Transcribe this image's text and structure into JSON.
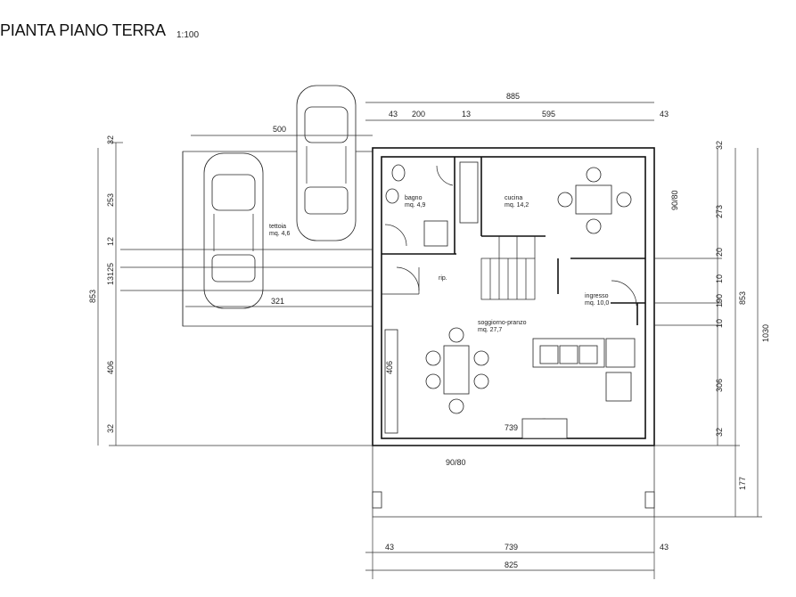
{
  "title": "PIANTA PIANO TERRA",
  "scale": "1:100",
  "rooms": {
    "bagno": {
      "name": "bagno",
      "area": "mq. 4,9"
    },
    "cucina": {
      "name": "cucina",
      "area": "mq. 14,2"
    },
    "soggiorno": {
      "name": "soggiorno-pranzo",
      "area": "mq. 27,7"
    },
    "ingresso": {
      "name": "ingresso",
      "area": "mq. 10,0"
    },
    "rip": {
      "name": "rip."
    },
    "tettoia": {
      "name": "tettoia",
      "area": "mq. 4,6"
    }
  },
  "dims": {
    "top_total": "885",
    "top_43a": "43",
    "top_200": "200",
    "top_13": "13",
    "top_595": "595",
    "top_43b": "43",
    "car_500": "500",
    "left_32a": "32",
    "left_253": "253",
    "left_12": "12",
    "left_13125": "13125",
    "left_853": "853",
    "left_406": "406",
    "left_32b": "32",
    "inner_406": "406",
    "inner_321": "321",
    "right_32a": "32",
    "right_273": "273",
    "right_20": "20",
    "right_10a": "10",
    "right_190": "190",
    "right_10b": "10",
    "right_306": "306",
    "right_32b": "32",
    "right_853": "853",
    "right_1030": "1030",
    "right_177": "177",
    "bottom_43a": "43",
    "bottom_739": "739",
    "bottom_43b": "43",
    "bottom_825": "825",
    "mid_739": "739",
    "win_bottom": "90/80",
    "win_kitchen": "90/80"
  }
}
